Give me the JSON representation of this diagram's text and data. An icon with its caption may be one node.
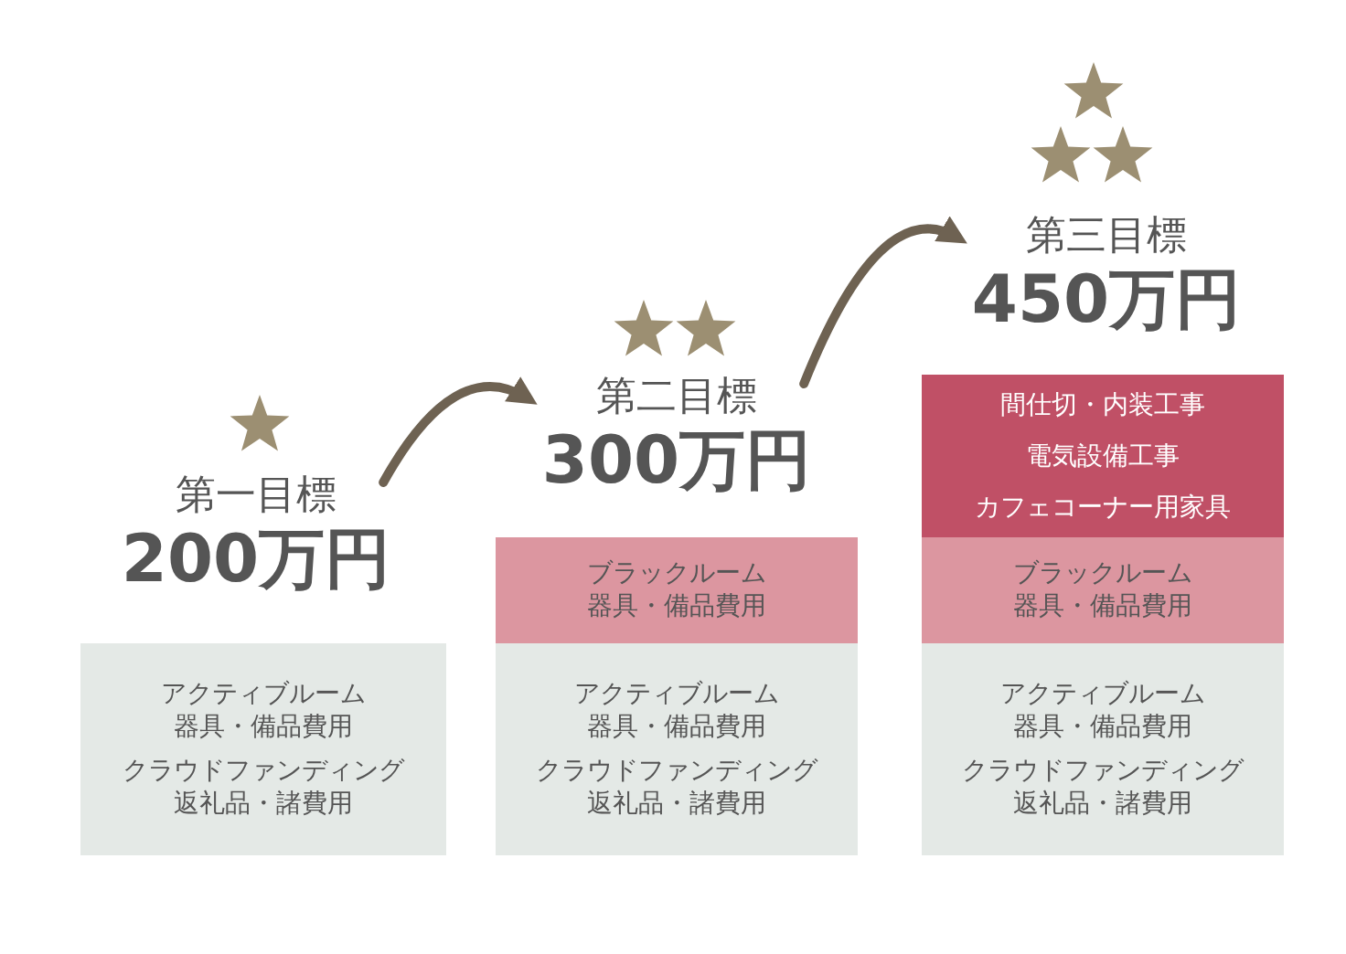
{
  "diagram": {
    "nodes": [
      {
        "text": [
          "第一目標",
          "200万円"
        ]
      },
      {
        "text": [
          "第二目標",
          "300万円"
        ]
      },
      {
        "text": [
          "第三目標",
          "450万円"
        ]
      },
      {
        "text": [
          "アクティブルーム器具・備品費用",
          "クラウドファンディング返礼品・諸費用"
        ]
      },
      {
        "text": [
          "ブラックルーム器具・備品費用"
        ]
      },
      {
        "text": [
          "アクティブルーム器具・備品費用",
          "クラウドファンディング返礼品・諸費用"
        ]
      },
      {
        "text": [
          "間仕切・内装工事",
          "電気設備工事",
          "カフェコーナー用家具"
        ]
      },
      {
        "text": [
          "ブラックルーム器具・備品費用"
        ]
      },
      {
        "text": [
          "アクティブルーム器具・備品費用",
          "クラウドファンディング返礼品・諸費用"
        ]
      }
    ],
    "edges": [
      {
        "from": 0,
        "to": 1,
        "arrow": "to"
      },
      {
        "from": 1,
        "to": 2,
        "arrow": "to"
      }
    ]
  }
}
